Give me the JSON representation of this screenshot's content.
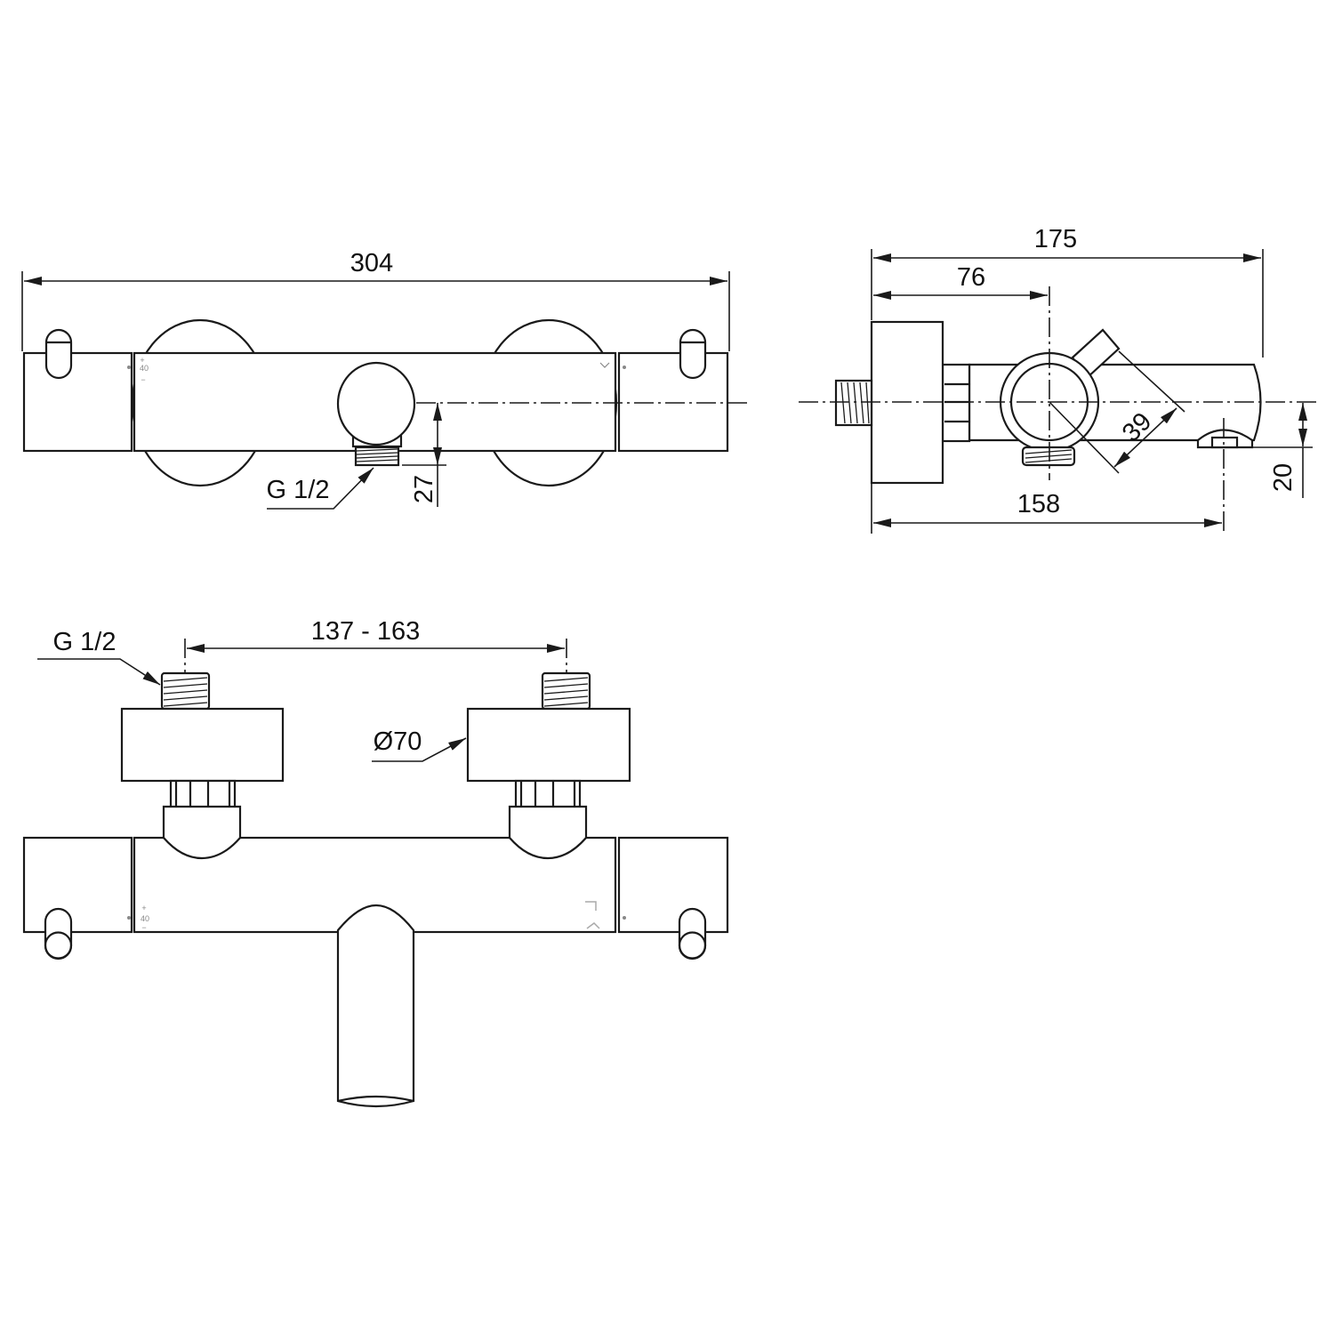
{
  "front_view": {
    "width_label": "304",
    "outlet_height_label": "27",
    "thread_label": "G 1/2",
    "scale_marks": {
      "plus": "+",
      "temp": "40",
      "minus": "−"
    }
  },
  "side_view": {
    "depth_label": "175",
    "axis_offset_label": "76",
    "diverter_label": "39",
    "support_depth_label": "158",
    "support_drop_label": "20"
  },
  "top_view": {
    "inlet_spacing_label": "137 - 163",
    "thread_label": "G 1/2",
    "flange_diameter_label": "Ø70",
    "scale_marks": {
      "plus": "+",
      "temp": "40",
      "minus": "−"
    }
  },
  "colors": {
    "line": "#1a1a1a",
    "background": "#ffffff",
    "marks": "#888888"
  }
}
